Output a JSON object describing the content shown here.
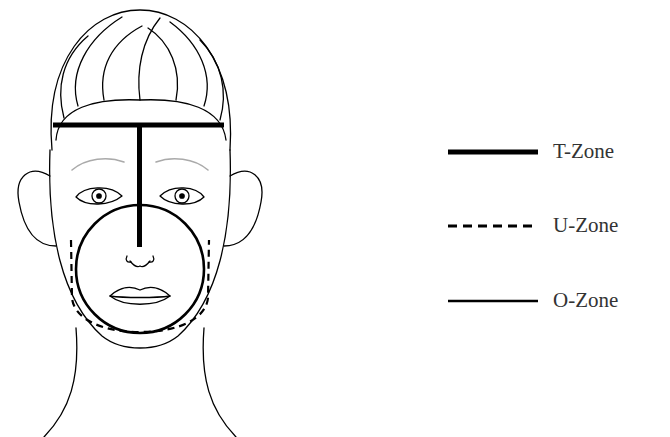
{
  "diagram": {
    "legend": [
      {
        "text": "T-Zone"
      },
      {
        "text": "U-Zone"
      },
      {
        "text": "O-Zone"
      }
    ]
  }
}
